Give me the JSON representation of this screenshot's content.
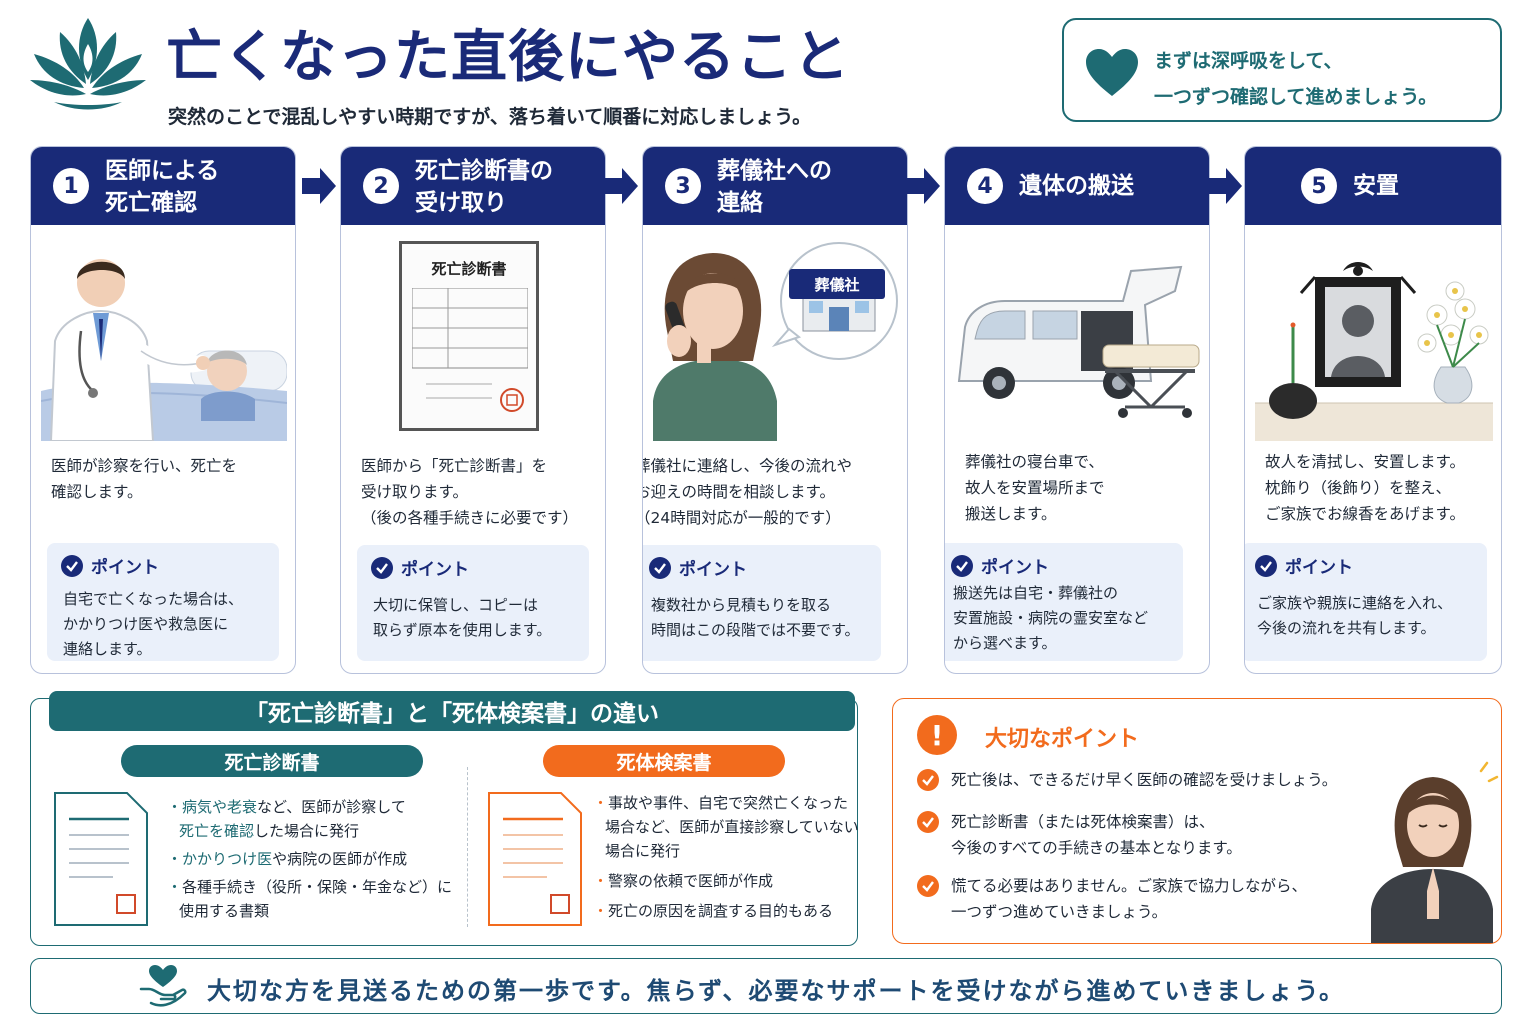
{
  "header": {
    "title": "亡くなった直後にやること",
    "subtitle": "突然のことで混乱しやすい時期ですが、落ち着いて順番に対応しましょう。",
    "note_line1": "まずは深呼吸をして、",
    "note_line2": "一つずつ確認して進めましょう。"
  },
  "point_label": "ポイント",
  "steps": [
    {
      "num": "1",
      "title1": "医師による",
      "title2": "死亡確認",
      "desc": [
        "医師が診察を行い、死亡を",
        "確認します。"
      ],
      "point": [
        "自宅で亡くなった場合は、",
        "かかりつけ医や救急医に",
        "連絡します。"
      ]
    },
    {
      "num": "2",
      "title1": "死亡診断書の",
      "title2": "受け取り",
      "document_label": "死亡診断書",
      "desc": [
        "医師から「死亡診断書」を",
        "受け取ります。",
        "（後の各種手続きに必要です）"
      ],
      "point": [
        "大切に保管し、コピーは",
        "取らず原本を使用します。"
      ]
    },
    {
      "num": "3",
      "title1": "葬儀社への",
      "title2": "連絡",
      "sign_label": "葬儀社",
      "desc": [
        "葬儀社に連絡し、今後の流れや",
        "お迎えの時間を相談します。",
        "（24時間対応が一般的です）"
      ],
      "point": [
        "複数社から見積もりを取る",
        "時間はこの段階では不要です。"
      ]
    },
    {
      "num": "4",
      "title1": "遺体の搬送",
      "title2": "",
      "desc": [
        "葬儀社の寝台車で、",
        "故人を安置場所まで",
        "搬送します。"
      ],
      "point": [
        "搬送先は自宅・葬儀社の",
        "安置施設・病院の霊安室など",
        "から選べます。"
      ]
    },
    {
      "num": "5",
      "title1": "安置",
      "title2": "",
      "desc": [
        "故人を清拭し、安置します。",
        "枕飾り（後飾り）を整え、",
        "ご家族でお線香をあげます。"
      ],
      "point": [
        "ご家族や親族に連絡を入れ、",
        "今後の流れを共有します。"
      ]
    }
  ],
  "difference": {
    "title": "「死亡診断書」と「死体検案書」の違い",
    "left": {
      "label": "死亡診断書",
      "b1a_hl": "病気や老衰",
      "b1a": "など、医師が診察して",
      "b1b_hl": "死亡を確認",
      "b1b": "した場合に発行",
      "b2_hl": "かかりつけ医",
      "b2": "や病院の医師が作成",
      "b3a": "各種手続き（役所・保険・年金など）に",
      "b3b": "使用する書類"
    },
    "right": {
      "label": "死体検案書",
      "b1a": "事故や事件、自宅で突然亡くなった",
      "b1b": "場合など、医師が直接診察していない",
      "b1c": "場合に発行",
      "b2": "警察の依頼で医師が作成",
      "b3": "死亡の原因を調査する目的もある"
    }
  },
  "important": {
    "title": "大切なポイント",
    "items": [
      [
        "死亡後は、できるだけ早く医師の確認を受けましょう。"
      ],
      [
        "死亡診断書（または死体検案書）は、",
        "今後のすべての手続きの基本となります。"
      ],
      [
        "慌てる必要はありません。ご家族で協力しながら、",
        "一つずつ進めていきましょう。"
      ]
    ]
  },
  "footer": {
    "text": "大切な方を見送るための第一歩です。焦らず、必要なサポートを受けながら進めていきましょう。"
  },
  "colors": {
    "navy": "#192a78",
    "teal": "#1e6b73",
    "orange": "#f26b1d",
    "point_bg": "#eaf0fa"
  },
  "icons": [
    "lotus-logo-icon",
    "heart-icon",
    "check-circle-icon",
    "arrow-right-icon",
    "exclamation-icon",
    "heart-hands-icon"
  ]
}
